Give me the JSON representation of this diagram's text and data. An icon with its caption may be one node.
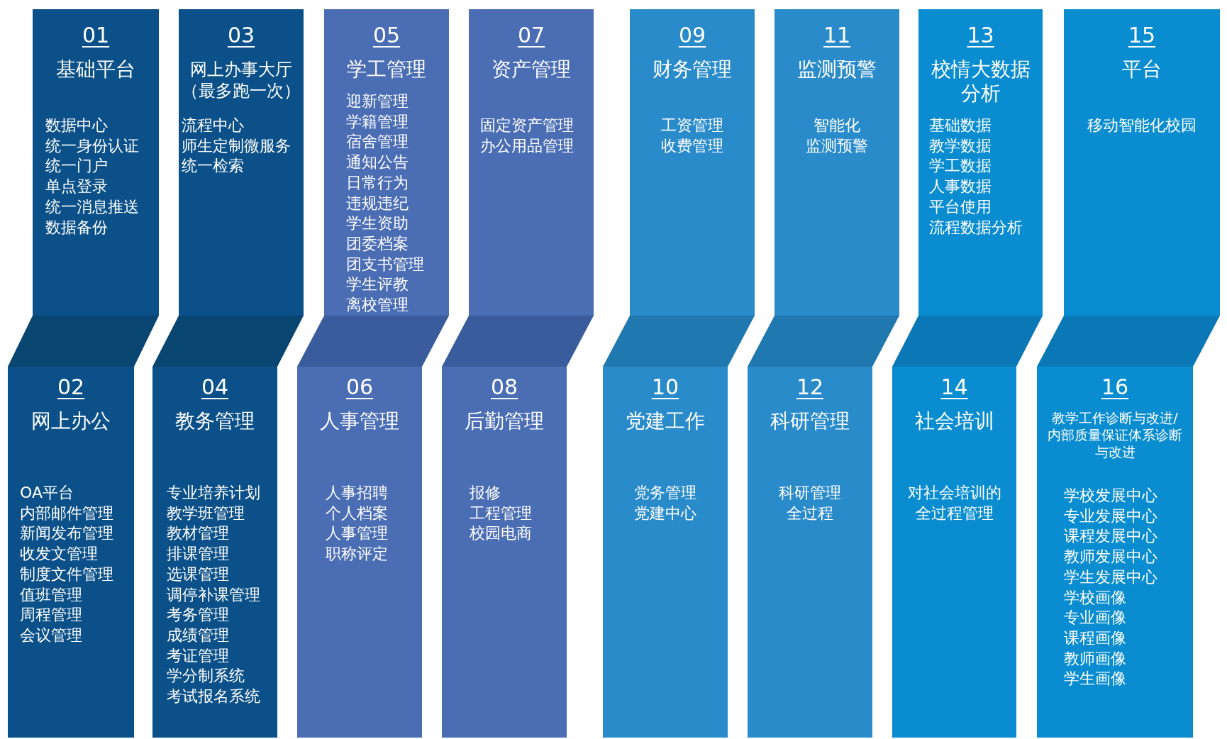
{
  "diagram": {
    "nodes": [
      {
        "text": [
          "01",
          "基础平台",
          "数据中心",
          "统一身份认证",
          "统一门户",
          "单点登录",
          "统一消息推送",
          "数据备份"
        ]
      },
      {
        "text": [
          "02",
          "网上办公",
          "OA平台",
          "内部邮件管理",
          "新闻发布管理",
          "收发文管理",
          "制度文件管理",
          "值班管理",
          "周程管理",
          "会议管理"
        ]
      },
      {
        "text": [
          "03",
          "网上办事大厅（最多跑一次）",
          "流程中心",
          "师生定制微服务",
          "统一检索"
        ]
      },
      {
        "text": [
          "04",
          "教务管理",
          "专业培养计划",
          "教学班管理",
          "教材管理",
          "排课管理",
          "选课管理",
          "调停补课管理",
          "考务管理",
          "成绩管理",
          "考证管理",
          "学分制系统",
          "考试报名系统"
        ]
      },
      {
        "text": [
          "05",
          "学工管理",
          "迎新管理",
          "学籍管理",
          "宿舍管理",
          "通知公告",
          "日常行为",
          "违规违纪",
          "学生资助",
          "团委档案",
          "团支书管理",
          "学生评教",
          "离校管理"
        ]
      },
      {
        "text": [
          "06",
          "人事管理",
          "人事招聘",
          "个人档案",
          "人事管理",
          "职称评定"
        ]
      },
      {
        "text": [
          "07",
          "资产管理",
          "固定资产管理",
          "办公用品管理"
        ]
      },
      {
        "text": [
          "08",
          "后勤管理",
          "报修",
          "工程管理",
          "校园电商"
        ]
      },
      {
        "text": [
          "09",
          "财务管理",
          "工资管理",
          "收费管理"
        ]
      },
      {
        "text": [
          "10",
          "党建工作",
          "党务管理",
          "党建中心"
        ]
      },
      {
        "text": [
          "11",
          "监测预警",
          "智能化",
          "监测预警"
        ]
      },
      {
        "text": [
          "12",
          "科研管理",
          "科研管理",
          "全过程"
        ]
      },
      {
        "text": [
          "13",
          "校情大数据分析",
          "基础数据",
          "教学数据",
          "学工数据",
          "人事数据",
          "平台使用",
          "流程数据分析"
        ]
      },
      {
        "text": [
          "14",
          "社会培训",
          "对社会培训的",
          "全过程管理"
        ]
      },
      {
        "text": [
          "15",
          "平台",
          "移动智能化校园"
        ]
      },
      {
        "text": [
          "16",
          "教学工作诊断与改进/内部质量保证体系诊断与改进",
          "学校发展中心",
          "专业发展中心",
          "课程发展中心",
          "教师发展中心",
          "学生发展中心",
          "学校画像",
          "专业画像",
          "课程画像",
          "教师画像",
          "学生画像"
        ]
      }
    ],
    "edges": [
      {
        "from": 0,
        "to": 1,
        "arrow": "none"
      },
      {
        "from": 2,
        "to": 3,
        "arrow": "none"
      },
      {
        "from": 4,
        "to": 5,
        "arrow": "none"
      },
      {
        "from": 6,
        "to": 7,
        "arrow": "none"
      },
      {
        "from": 8,
        "to": 9,
        "arrow": "none"
      },
      {
        "from": 10,
        "to": 11,
        "arrow": "none"
      },
      {
        "from": 12,
        "to": 13,
        "arrow": "none"
      },
      {
        "from": 14,
        "to": 15,
        "arrow": "none"
      }
    ]
  }
}
